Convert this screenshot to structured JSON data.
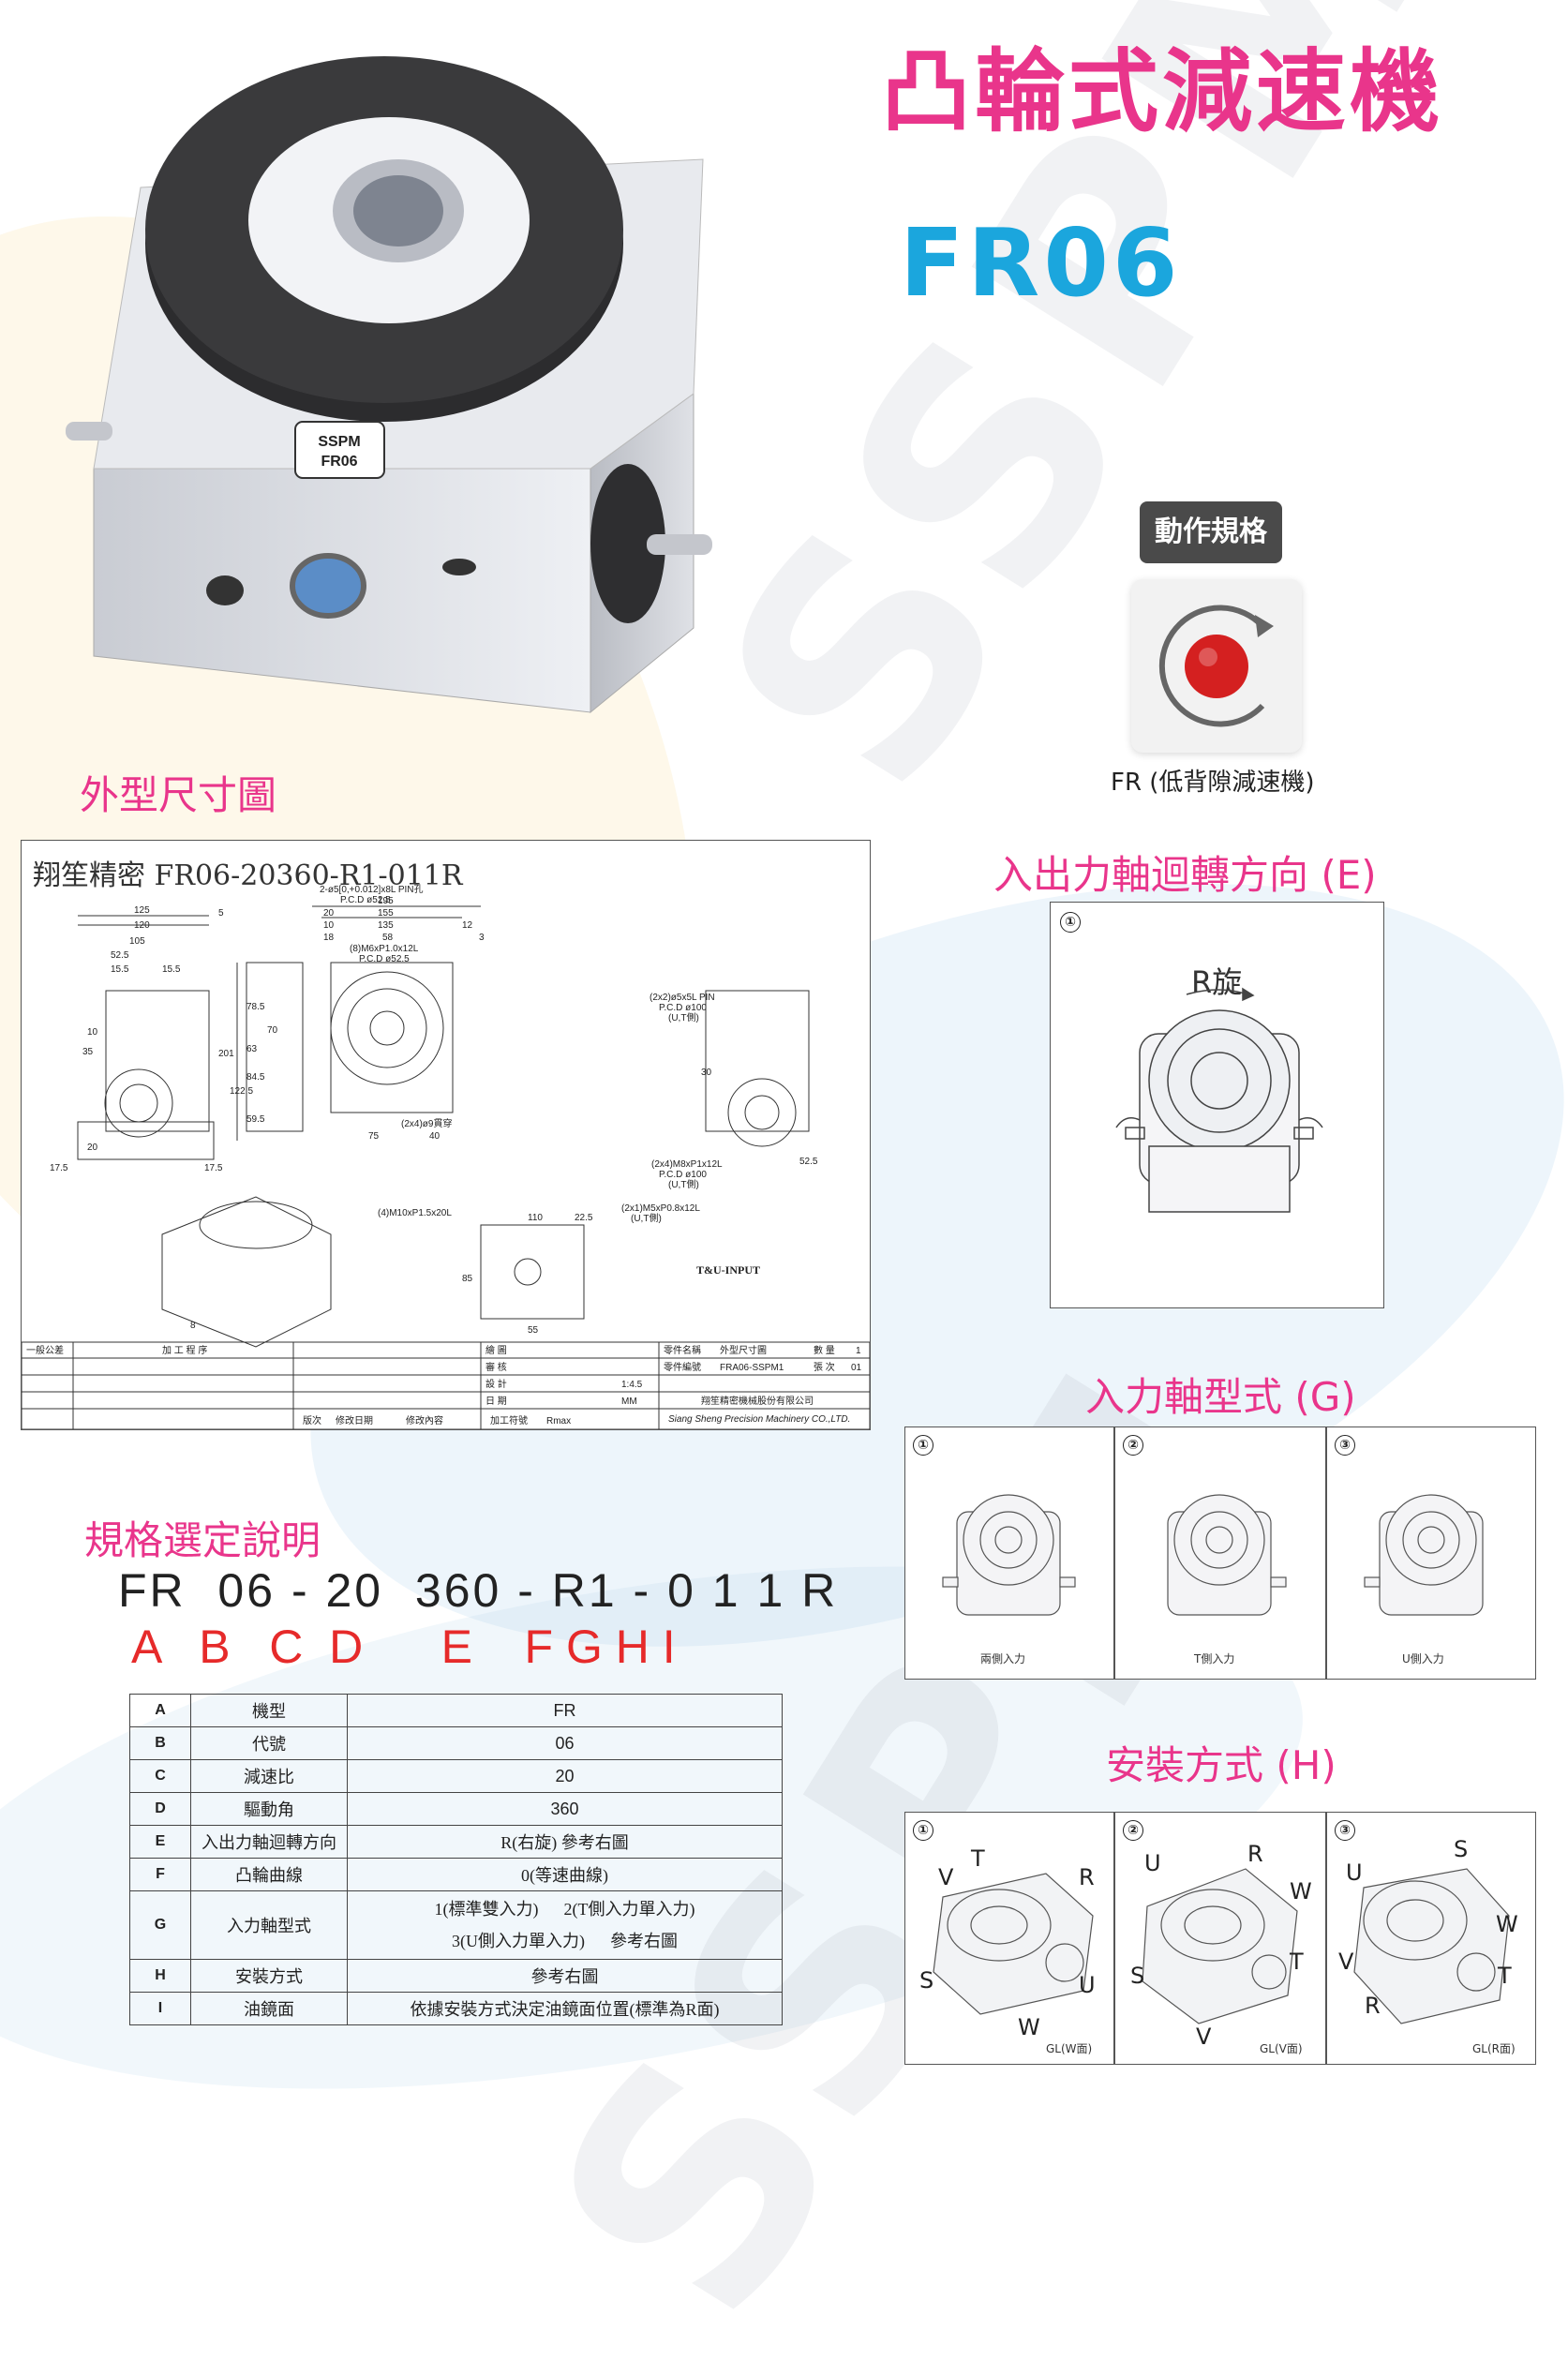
{
  "header": {
    "title": "凸輪式減速機",
    "model": "FR06"
  },
  "product_label": {
    "line1": "SSPM",
    "line2": "FR06"
  },
  "watermark": "SSPM",
  "motion": {
    "badge": "動作規格",
    "caption": "FR (低背隙減速機)",
    "dot_color": "#d42020"
  },
  "sections": {
    "outline": "外型尺寸圖",
    "rotation": "入出力軸迴轉方向 (E)",
    "input_shaft": "入力軸型式 (G)",
    "mounting": "安裝方式 (H)",
    "selection": "規格選定說明"
  },
  "drawing": {
    "title": "翔笙精密 FR06-20360-R1-011R",
    "dims": [
      "125",
      "120",
      "105",
      "52.5",
      "15.5",
      "15.5",
      "195",
      "155",
      "135",
      "58",
      "20",
      "10",
      "18",
      "12",
      "3",
      "5",
      "70",
      "201",
      "122.5",
      "84.5",
      "63",
      "59.5",
      "78.5",
      "75",
      "40",
      "110",
      "22.5",
      "55",
      "85",
      "17.5",
      "17.5",
      "52.5",
      "30",
      "20",
      "10",
      "35",
      "8"
    ],
    "notes": {
      "n1": "2-ø5[0,+0.012]x8L PIN孔",
      "n1b": "P.C.D ø52.5",
      "n2": "(8)M6xP1.0x12L",
      "n2b": "P.C.D ø52.5",
      "n3": "(2x2)ø5x5L PIN",
      "n3b": "P.C.D ø100",
      "n3c": "(U,T側)",
      "n4": "(2x4)M8xP1x12L",
      "n4b": "P.C.D ø100",
      "n4c": "(U,T側)",
      "n5": "(2x1)M5xP0.8x12L",
      "n5b": "(U,T側)",
      "n6": "(4)M10xP1.5x20L",
      "n7": "T&U-INPUT",
      "n8": "(2x4)ø9貫穿"
    },
    "title_block": {
      "left_header": "一般公差",
      "process": "加 工 程 序",
      "drawn": "繪 圖",
      "check": "審 核",
      "design": "設 計",
      "date": "日 期",
      "name_label": "零件名稱",
      "name_value": "外型尺寸圖",
      "no_label": "零件編號",
      "no_value": "FRA06-SSPM1",
      "qty": "數 量",
      "qty_value": "1",
      "sheet": "張 次",
      "sheet_value": "01",
      "scale": "1:4.5",
      "unit": "MM",
      "company": "翔笙精密機械股份有限公司",
      "company_en": "Siang Sheng Precision Machinery CO.,LTD.",
      "footer": [
        "版次",
        "修改日期",
        "修改內容",
        "加工符號",
        "Rmax"
      ]
    }
  },
  "rotation_panel": {
    "number": "①",
    "label": "R旋"
  },
  "input_panels": [
    {
      "number": "①",
      "caption": "兩側入力"
    },
    {
      "number": "②",
      "caption": "T側入力"
    },
    {
      "number": "③",
      "caption": "U側入力"
    }
  ],
  "mount_panels": [
    {
      "number": "①",
      "caption": "GL(W面)",
      "letters": [
        "V",
        "T",
        "R",
        "S",
        "U",
        "W"
      ]
    },
    {
      "number": "②",
      "caption": "GL(V面)",
      "letters": [
        "U",
        "R",
        "W",
        "S",
        "T",
        "V"
      ]
    },
    {
      "number": "③",
      "caption": "GL(R面)",
      "letters": [
        "U",
        "S",
        "W",
        "V",
        "T",
        "R"
      ]
    }
  ],
  "selection": {
    "code": "FR  06 - 20  360 - R1 - 0 1 1 R",
    "letters": "A   B   C  D      E    F G H I",
    "rows": [
      {
        "key": "A",
        "name": "機型",
        "value": "FR"
      },
      {
        "key": "B",
        "name": "代號",
        "value": "06"
      },
      {
        "key": "C",
        "name": "減速比",
        "value": "20"
      },
      {
        "key": "D",
        "name": "驅動角",
        "value": "360"
      },
      {
        "key": "E",
        "name": "入出力軸迴轉方向",
        "value": "R(右旋)  參考右圖"
      },
      {
        "key": "F",
        "name": "凸輪曲線",
        "value": "0(等速曲線)"
      },
      {
        "key": "G",
        "name": "入力軸型式",
        "value": "1(標準雙入力)      2(T側入力單入力)",
        "value2": "3(U側入力單入力)      參考右圖"
      },
      {
        "key": "H",
        "name": "安裝方式",
        "value": "參考右圖"
      },
      {
        "key": "I",
        "name": "油鏡面",
        "value": "依據安裝方式決定油鏡面位置(標準為R面)"
      }
    ]
  }
}
